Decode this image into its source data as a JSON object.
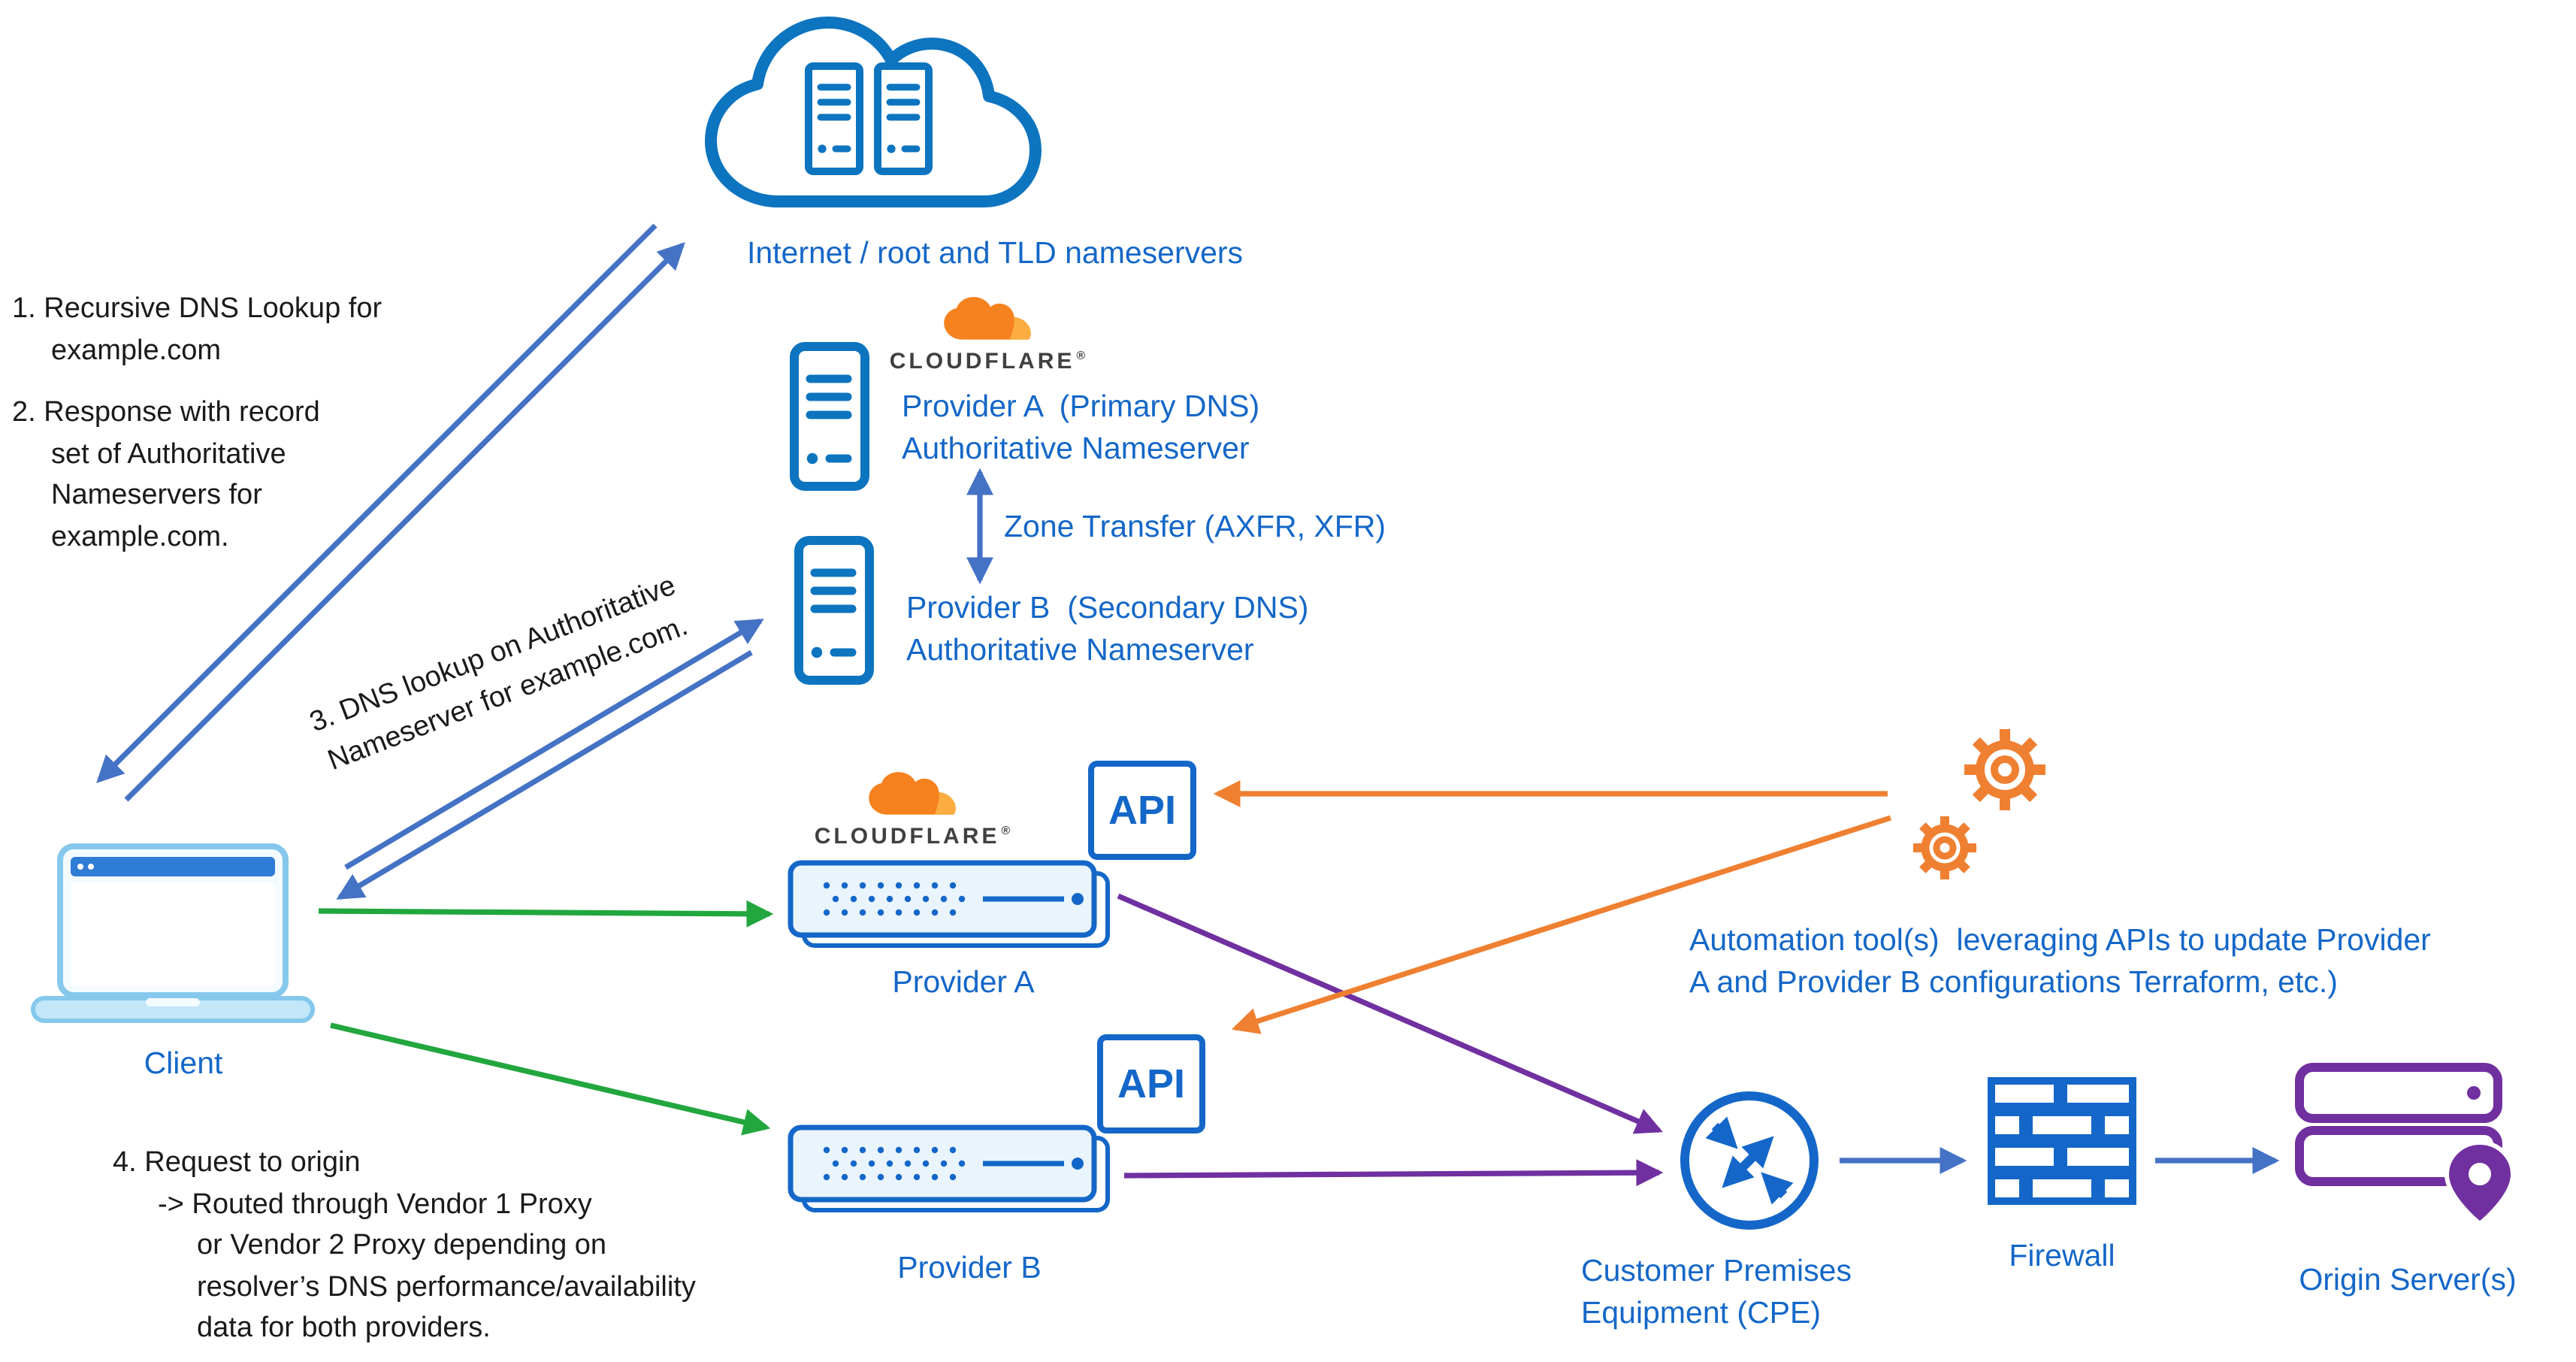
{
  "colors": {
    "label_blue": "#1467c8",
    "icon_blue": "#0d74c0",
    "arrow_blue": "#4472c4",
    "arrow_green": "#22a63e",
    "arrow_purple": "#7030a0",
    "arrow_orange": "#ef8032",
    "cloudflare_orange": "#f6821f",
    "origin_purple": "#7030a0",
    "ink": "#1a1a1a"
  },
  "internet": {
    "label": "Internet / root and TLD nameservers"
  },
  "notes": {
    "step1": [
      "1. Recursive DNS Lookup for",
      "example.com"
    ],
    "step2": [
      "2. Response with record",
      "set of Authoritative",
      "Nameservers for",
      "example.com."
    ],
    "step3": [
      "3. DNS lookup on Authoritative",
      "Nameserver for example.com."
    ],
    "step4": [
      "4. Request to origin",
      "-> Routed through Vendor 1 Proxy",
      "or Vendor 2 Proxy depending on",
      "resolver’s DNS performance/availability",
      "data for both providers."
    ]
  },
  "cloudflare": {
    "wordmark": "CLOUDFLARE",
    "registered_mark": "®"
  },
  "nameservers": {
    "provider_a": [
      "Provider A  (Primary DNS)",
      "Authoritative Nameserver"
    ],
    "provider_b": [
      "Provider B  (Secondary DNS)",
      "Authoritative Nameserver"
    ],
    "zone_transfer_label": "Zone Transfer (AXFR, XFR)"
  },
  "client": {
    "label": "Client"
  },
  "proxies": {
    "api_label": "API",
    "provider_a_label": "Provider A",
    "provider_b_label": "Provider B"
  },
  "automation": {
    "lines": [
      "Automation tool(s)  leveraging APIs to update Provider",
      "A and Provider B configurations Terraform, etc.)"
    ]
  },
  "edge": {
    "cpe_label": [
      "Customer Premises",
      "Equipment (CPE)"
    ],
    "firewall_label": "Firewall",
    "origin_label": "Origin Server(s)"
  }
}
